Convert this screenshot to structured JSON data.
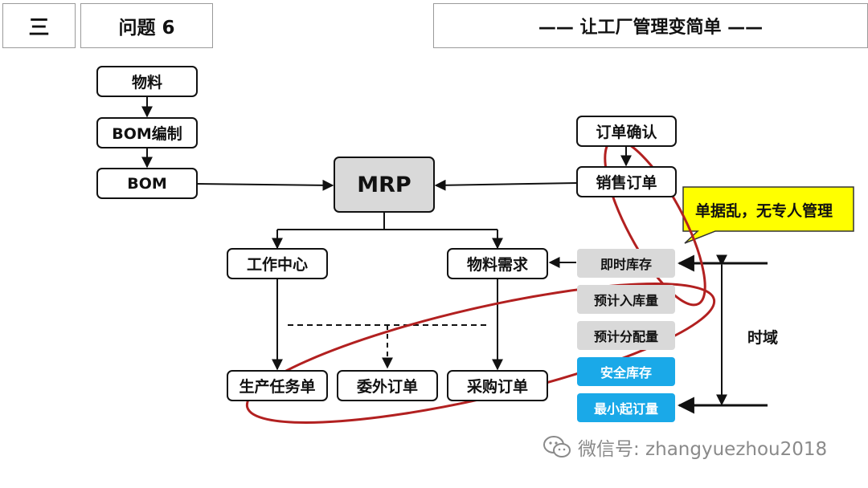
{
  "header": {
    "section_number": "三",
    "problem_label": "问题  6",
    "title": "—— 让工厂管理变简单 ——"
  },
  "nodes": {
    "material": "物料",
    "bom_edit": "BOM编制",
    "bom": "BOM",
    "mrp": "MRP",
    "order_confirm": "订单确认",
    "sales_order": "销售订单",
    "work_center": "工作中心",
    "material_demand": "物料需求",
    "production_task": "生产任务单",
    "outsource_order": "委外订单",
    "purchase_order": "采购订单"
  },
  "inventory": {
    "items": [
      {
        "label": "即时库存",
        "style": "gray"
      },
      {
        "label": "预计入库量",
        "style": "gray"
      },
      {
        "label": "预计分配量",
        "style": "gray"
      },
      {
        "label": "安全库存",
        "style": "blue"
      },
      {
        "label": "最小起订量",
        "style": "blue"
      }
    ]
  },
  "time_domain": "时域",
  "callout": "单据乱，无专人管理",
  "watermark": "微信号: zhangyuezhou2018",
  "colors": {
    "box_border": "#111111",
    "mrp_fill": "#d9d9d9",
    "gray_pill": "#d9d9d9",
    "blue_pill": "#1aa9e8",
    "callout_fill": "#ffff00",
    "ellipse": "#b22020"
  }
}
